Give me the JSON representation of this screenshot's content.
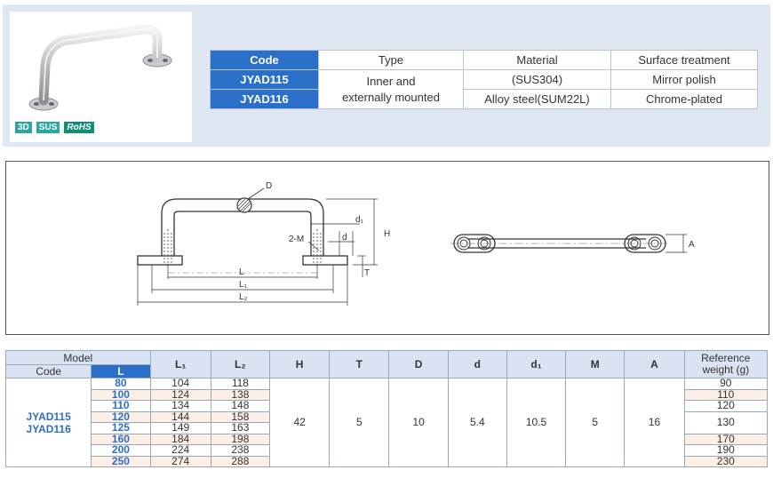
{
  "badges": [
    "3D",
    "SUS",
    "RoHS"
  ],
  "spec_table": {
    "headers": [
      "Code",
      "Type",
      "Material",
      "Surface treatment"
    ],
    "rows": [
      {
        "code": "JYAD115",
        "material": "(SUS304)",
        "surface": "Mirror polish"
      },
      {
        "code": "JYAD116",
        "material": "Alloy steel(SUM22L)",
        "surface": "Chrome-plated"
      }
    ],
    "type_line1": "Inner and",
    "type_line2": "externally mounted"
  },
  "drawing": {
    "labels": {
      "D": "D",
      "d1": "d₁",
      "H": "H",
      "m2": "2-M",
      "d": "d",
      "L": "L",
      "L1": "L₁",
      "L2": "L₂",
      "T": "T",
      "A": "A"
    }
  },
  "dim_table": {
    "headers": {
      "model": "Model",
      "code": "Code",
      "l": "L",
      "l1": "L₁",
      "l2": "L₂",
      "h": "H",
      "t": "T",
      "d": "D",
      "d_small": "d",
      "d1": "d₁",
      "m": "M",
      "a": "A",
      "weight_line1": "Reference",
      "weight_line2": "weight (g)"
    },
    "codes": [
      "JYAD115",
      "JYAD116"
    ],
    "rows": [
      {
        "L": "80",
        "L1": "104",
        "L2": "118"
      },
      {
        "L": "100",
        "L1": "124",
        "L2": "138"
      },
      {
        "L": "110",
        "L1": "134",
        "L2": "148"
      },
      {
        "L": "120",
        "L1": "144",
        "L2": "158"
      },
      {
        "L": "125",
        "L1": "149",
        "L2": "163"
      },
      {
        "L": "160",
        "L1": "184",
        "L2": "198"
      },
      {
        "L": "200",
        "L1": "224",
        "L2": "238"
      },
      {
        "L": "250",
        "L1": "274",
        "L2": "288"
      }
    ],
    "weights": [
      "90",
      "110",
      "120",
      "130",
      "170",
      "190",
      "230"
    ],
    "common": {
      "H": "42",
      "T": "5",
      "D": "10",
      "d": "5.4",
      "d1": "10.5",
      "M": "5",
      "A": "16"
    }
  },
  "colors": {
    "accent": "#2a6fc9",
    "panel": "#dfe7f3",
    "header": "#d9e3f1",
    "row_alt": "#fdeee6"
  }
}
